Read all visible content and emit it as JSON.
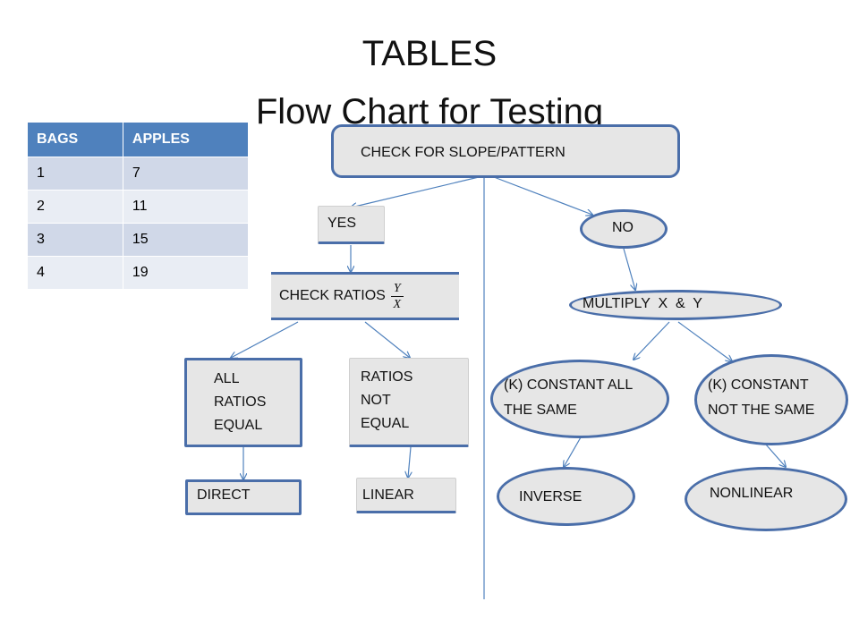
{
  "title": {
    "line1": "TABLES",
    "line2": "Flow Chart for Testing"
  },
  "table": {
    "headers": [
      "BAGS",
      "APPLES"
    ],
    "rows": [
      [
        "1",
        "7"
      ],
      [
        "2",
        "11"
      ],
      [
        "3",
        "15"
      ],
      [
        "4",
        "19"
      ]
    ]
  },
  "nodes": {
    "check_slope": "CHECK FOR SLOPE/PATTERN",
    "yes": "YES",
    "no": "NO",
    "check_ratios": "CHECK RATIOS",
    "ratio_numerator": "Y",
    "ratio_denominator": "X",
    "multiply": "MULTIPLY  X  &  Y",
    "all_ratios_equal": [
      "ALL",
      "RATIOS",
      "EQUAL"
    ],
    "ratios_not_equal": [
      "RATIOS",
      "NOT",
      "EQUAL"
    ],
    "k_constant_same": [
      "(K) CONSTANT ALL",
      "THE SAME"
    ],
    "k_constant_not_same": [
      "(K) CONSTANT",
      "NOT THE SAME"
    ],
    "direct": "DIRECT",
    "linear": "LINEAR",
    "inverse": "INVERSE",
    "nonlinear": "NONLINEAR"
  },
  "colors": {
    "node_border": "#4a6ea9",
    "node_fill": "#e6e6e6",
    "connector": "#4f81bd",
    "table_header": "#4f81bd"
  }
}
